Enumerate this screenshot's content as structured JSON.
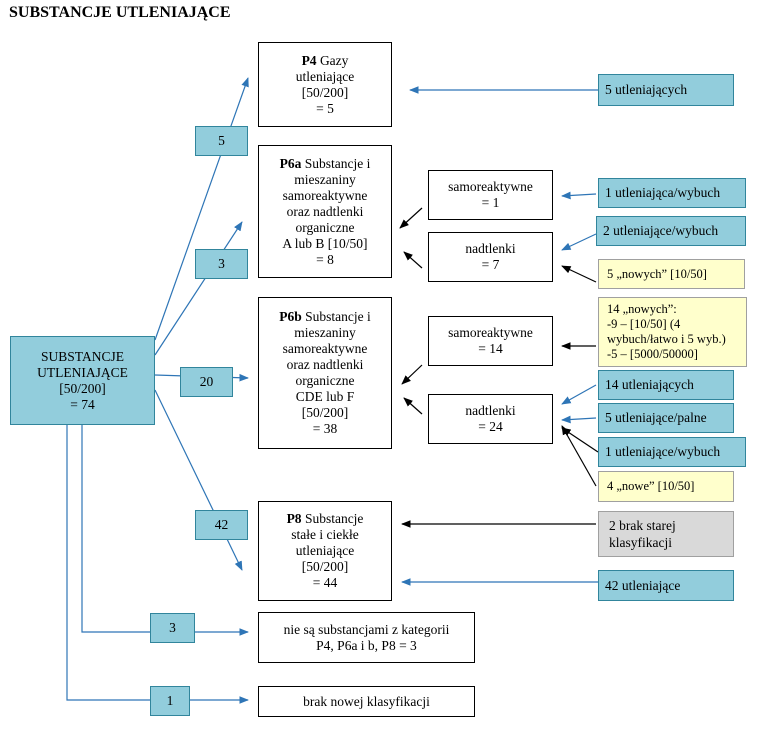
{
  "title": "SUBSTANCJE UTLENIAJĄCE",
  "root": {
    "line1": "SUBSTANCJE",
    "line2": "UTLENIAJĄCE",
    "line3": "[50/200]",
    "line4": "= 74"
  },
  "branch_counts": {
    "p4": "5",
    "p6a": "3",
    "p6b": "20",
    "p8": "42",
    "other": "3",
    "none": "1"
  },
  "p4": {
    "code": "P4",
    "l1": "Gazy",
    "l2": "utleniające",
    "l3": "[50/200]",
    "l4": "= 5"
  },
  "p6a": {
    "code": "P6a",
    "l1": "Substancje i",
    "l2": "mieszaniny",
    "l3": "samoreaktywne",
    "l4": "oraz nadtlenki",
    "l5": "organiczne",
    "l6": "A lub B [10/50]",
    "l7": "= 8"
  },
  "p6b": {
    "code": "P6b",
    "l1": "Substancje i",
    "l2": "mieszaniny",
    "l3": "samoreaktywne",
    "l4": "oraz nadtlenki",
    "l5": "organiczne",
    "l6": "CDE lub F",
    "l7": "[50/200]",
    "l8": "= 38"
  },
  "p8": {
    "code": "P8",
    "l1": "Substancje",
    "l2": "stałe i ciekłe",
    "l3": "utleniające",
    "l4": "[50/200]",
    "l5": "= 44"
  },
  "other": {
    "l1": "nie są substancjami z kategorii",
    "l2": "P4, P6a i b, P8 = 3"
  },
  "none": {
    "l1": "brak nowej klasyfikacji"
  },
  "p6a_self": {
    "l1": "samoreaktywne",
    "l2": "= 1"
  },
  "p6a_perox": {
    "l1": "nadtlenki",
    "l2": "= 7"
  },
  "p6b_self": {
    "l1": "samoreaktywne",
    "l2": "= 14"
  },
  "p6b_perox": {
    "l1": "nadtlenki",
    "l2": "= 24"
  },
  "sources": {
    "s1": "5 utleniających",
    "s2": "1 utleniająca/wybuch",
    "s3": "2 utleniające/wybuch",
    "s4": "5 „nowych” [10/50]",
    "s5": {
      "l1": "14 „nowych”:",
      "l2": "-9 – [10/50] (4",
      "l3": "wybuch/łatwo i 5 wyb.)",
      "l4": "-5 – [5000/50000]"
    },
    "s6": "14 utleniających",
    "s7": "5 utleniające/palne",
    "s8": "1 utleniające/wybuch",
    "s9": "4 „nowe” [10/50]",
    "s10": {
      "l1": "2 brak starej",
      "l2": "klasyfikacji"
    },
    "s11": "42 utleniające"
  },
  "colors": {
    "blue_fill": "#92cddc",
    "blue_line": "#2e75b6",
    "yellow_fill": "#ffffcc",
    "grey_fill": "#d9d9d9"
  }
}
